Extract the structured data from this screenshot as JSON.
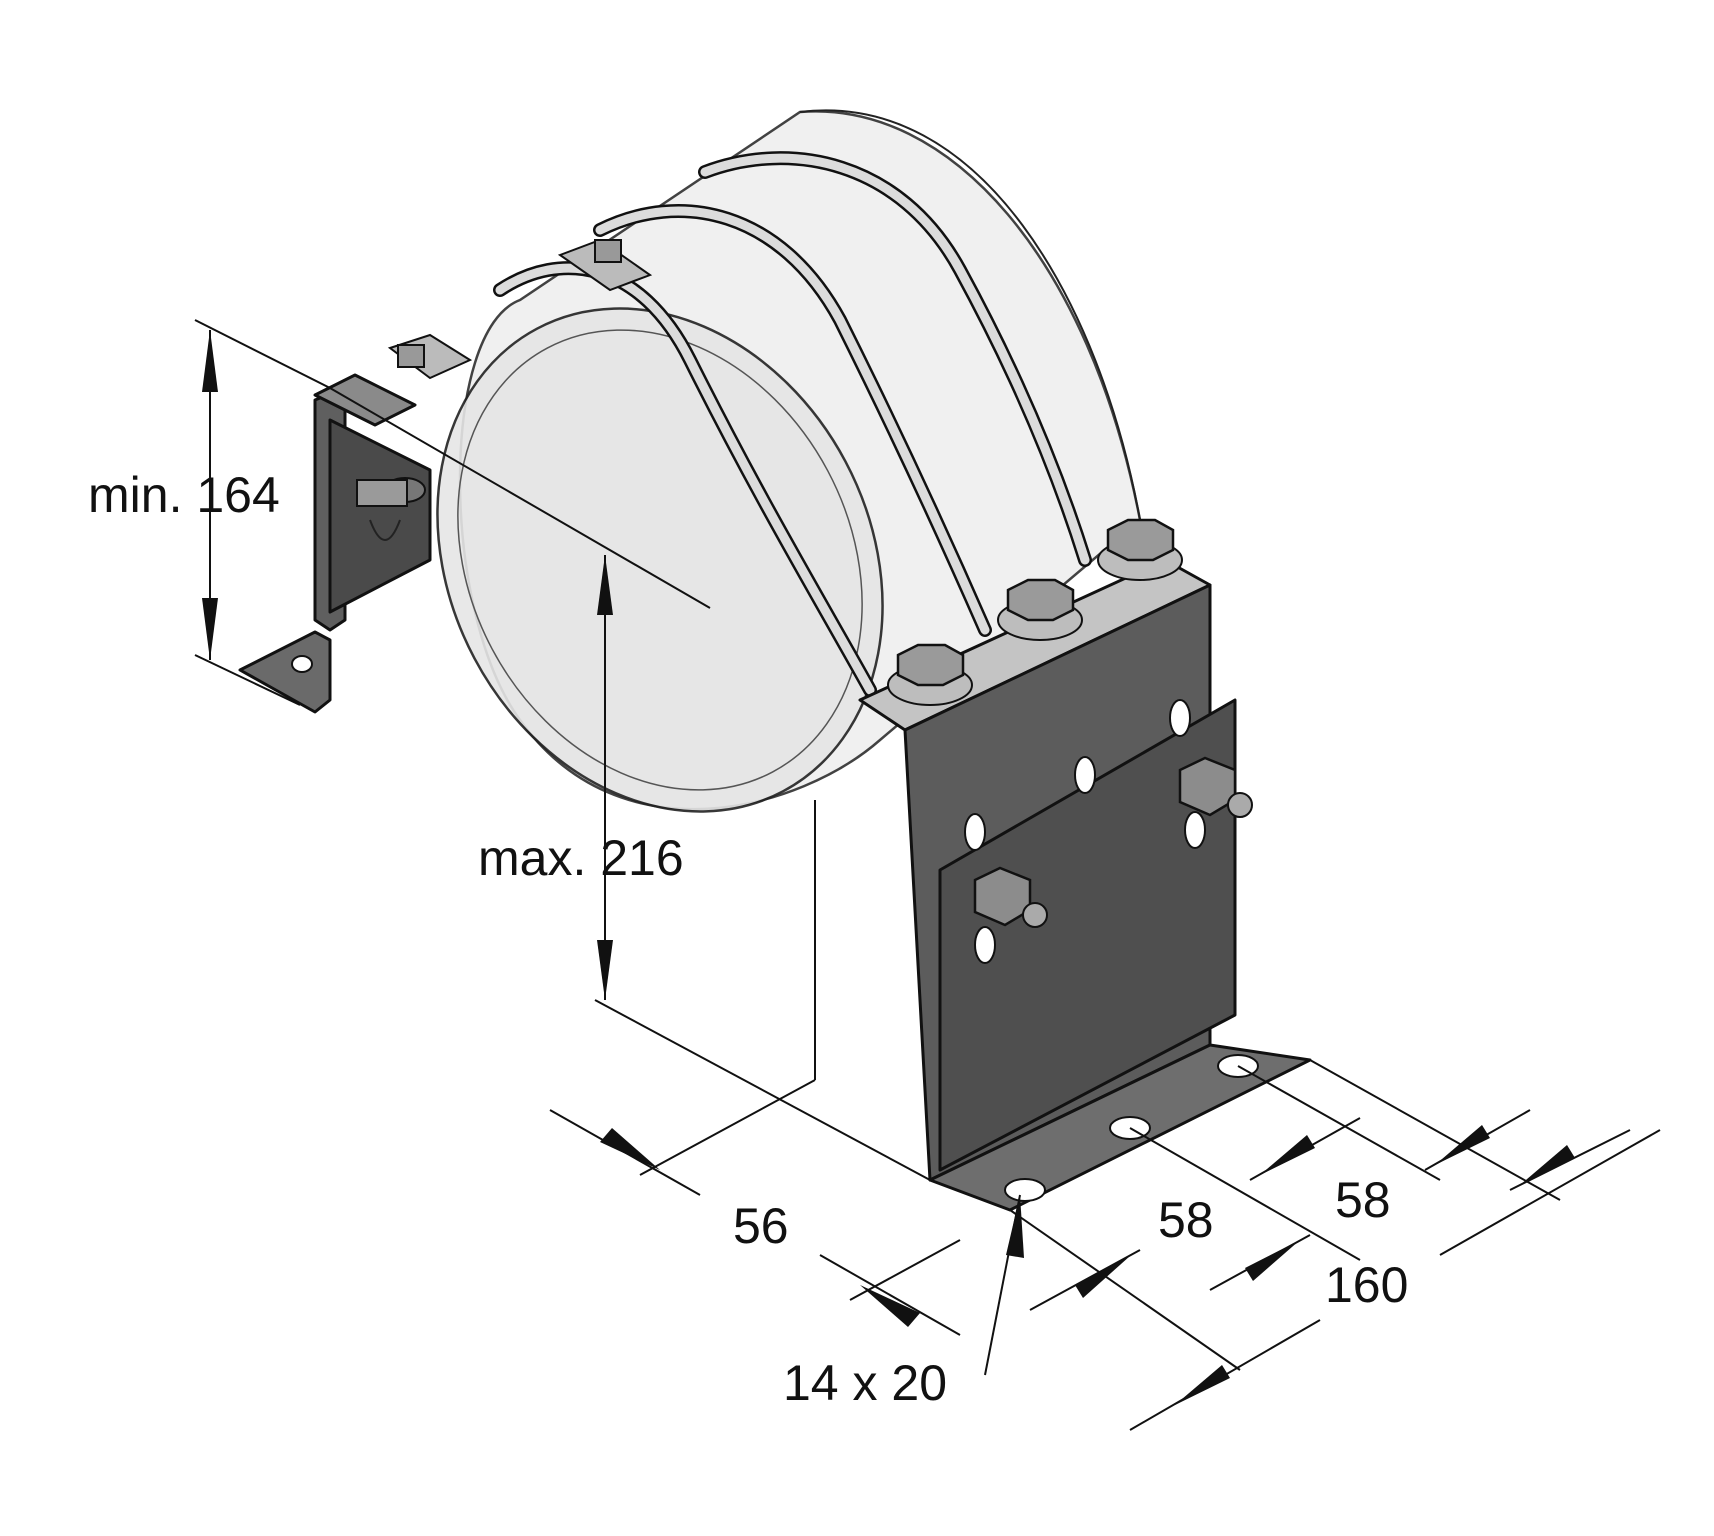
{
  "dimensions": {
    "min_height": "min. 164",
    "max_height": "max. 216",
    "depth": "56",
    "hole_spacing_1": "58",
    "hole_spacing_2": "58",
    "width": "160",
    "slot": "14 x 20"
  },
  "colors": {
    "steel": "#5a5a5a",
    "steel_dark": "#3e3e3e",
    "steel_light": "#bdbdbd",
    "band": "#d8d8d8",
    "pipe": "#efefef",
    "line": "#111111"
  }
}
